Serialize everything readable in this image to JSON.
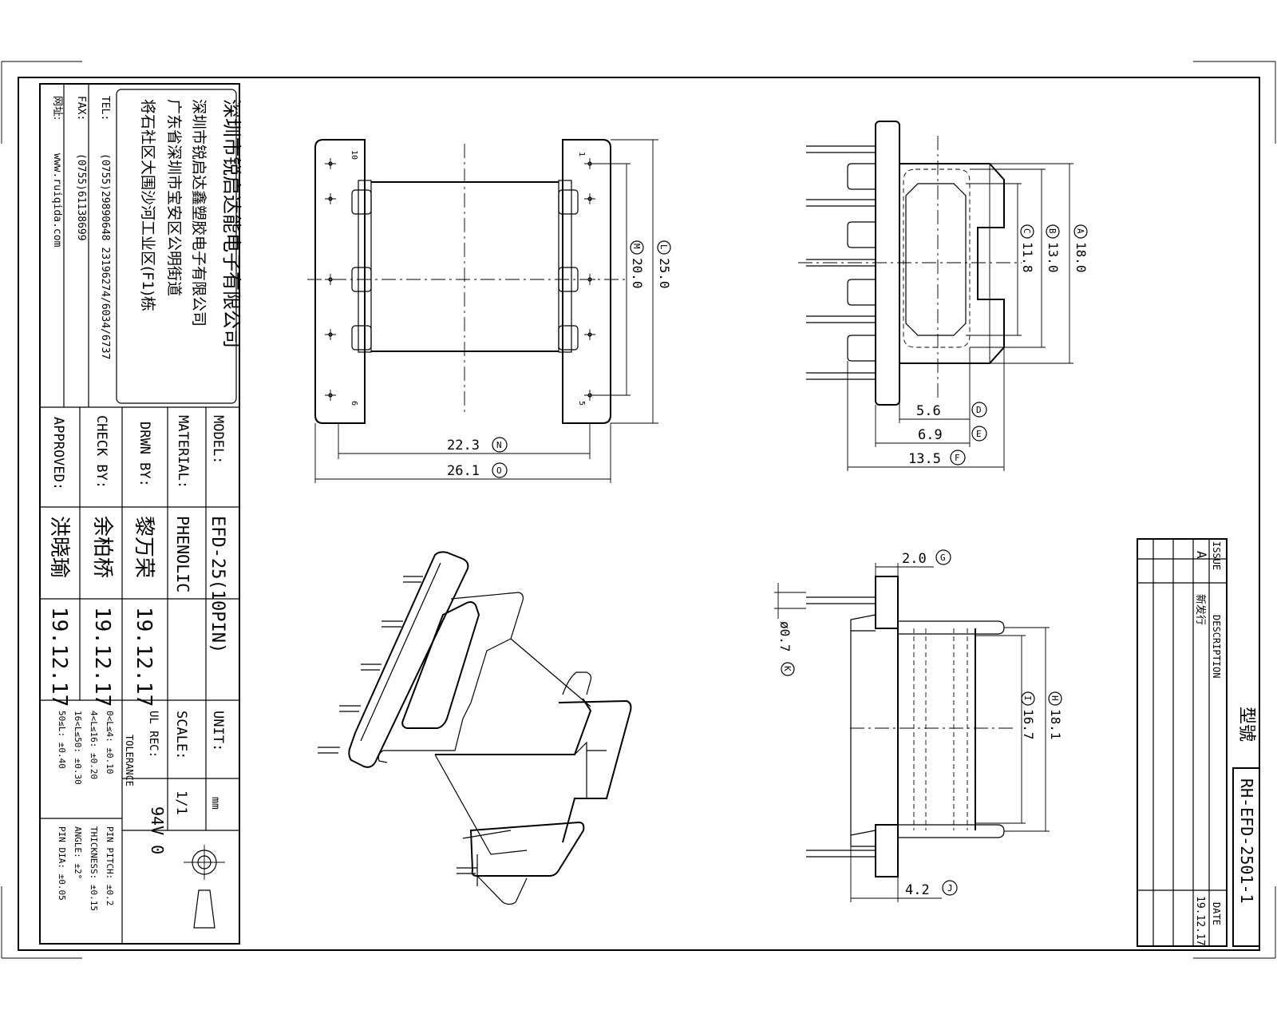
{
  "company": {
    "name1": "深圳市锐启达能电子有限公司",
    "name2": "深圳市锐启达鑫塑胶电子有限公司",
    "address1": "广东省深圳市宝安区公明街道",
    "address2": "将石社区大围沙河工业区(F1)栋",
    "tel_label": "TEL:",
    "tel_value": "(0755)29890648  23196274/6034/6737",
    "fax_label": "FAX:",
    "fax_value": "(0755)61138699",
    "web_label": "网址:",
    "web_value": "www.ruiqida.com"
  },
  "title_block": {
    "model_label": "MODEL:",
    "model_value": "EFD-25(10PIN)",
    "material_label": "MATERIAL:",
    "material_value": "PHENOLIC",
    "drwn_label": "DRWN BY:",
    "drwn_name": "黎万荣",
    "drwn_date": "19.12.17",
    "check_label": "CHECK BY:",
    "check_name": "余柏桥",
    "check_date": "19.12.17",
    "approved_label": "APPROVED:",
    "approved_name": "洪晓瑜",
    "approved_date": "19.12.17",
    "unit_label": "UNIT:",
    "unit_value": "mm",
    "scale_label": "SCALE:",
    "scale_value": "1/1",
    "ul_label": "UL REC:",
    "ul_value": "94V 0",
    "tolerance_label": "TOLERANCE",
    "tolerances": [
      "0<L≤4: ±0.10",
      "4<L≤16: ±0.20",
      "16<L≤50: ±0.30",
      "50≤L: ±0.40"
    ],
    "tolerances2": [
      "PIN PITCH: ±0.2",
      "THICKNESS: ±0.15",
      "ANGLE: ±2°",
      "PIN DIA: ±0.05"
    ]
  },
  "revision_block": {
    "issue_label": "ISSUE",
    "description_label": "DESCRIPTION",
    "date_label": "DATE",
    "rev_issue": "A",
    "rev_description": "新发行",
    "rev_date": "19.12.17",
    "model_no_label": "型號",
    "model_no_value": "RH-EFD-2501-1"
  },
  "dimensions": {
    "L": "L",
    "L_val": "25.0",
    "M": "M",
    "M_val": "20.0",
    "N": "N",
    "N_val": "22.3",
    "O": "O",
    "O_val": "26.1",
    "A": "A",
    "A_val": "18.0",
    "B": "B",
    "B_val": "13.0",
    "C": "C",
    "C_val": "11.8",
    "D": "D",
    "D_val": "5.6",
    "E": "E",
    "E_val": "6.9",
    "F": "F",
    "F_val": "13.5",
    "G": "G",
    "G_val": "2.0",
    "H": "H",
    "H_val": "18.1",
    "I": "I",
    "I_val": "16.7",
    "J": "J",
    "J_val": "4.2",
    "K": "K",
    "K_val": "ø0.7",
    "pin_10": "10",
    "pin_1": "1",
    "pin_6": "6",
    "pin_5": "5"
  }
}
